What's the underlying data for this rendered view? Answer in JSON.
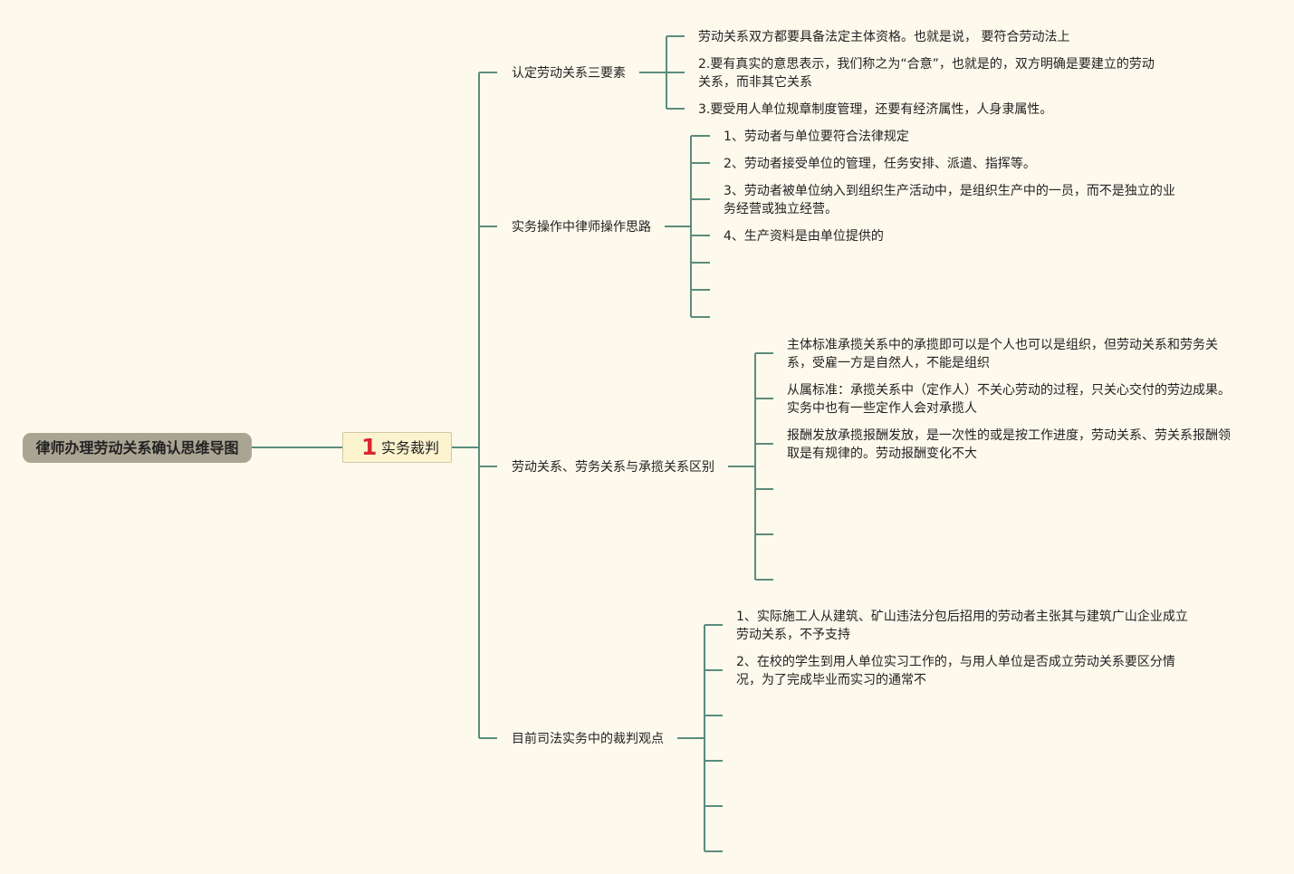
{
  "colors": {
    "background": "#fdf9ec",
    "connector": "#5b8c7e",
    "root_fill": "#aaa493",
    "level1_fill": "#fcf4cf",
    "badge": "#d9262c"
  },
  "root": {
    "label": "律师办理劳动关系确认思维导图"
  },
  "branch": {
    "number": "1",
    "label": "实务裁判"
  },
  "topics": [
    {
      "label": "认定劳动关系三要素",
      "items": [
        [
          "劳动关系双方都要具备法定主体资格。也就是说， 要符合劳动法上"
        ],
        [
          "2.要有真实的意思表示，我们称之为“合意”，也就是的，双方明确是要建立的劳动",
          "关系，而非其它关系"
        ],
        [
          "3.要受用人单位规章制度管理，还要有经济属性，人身隶属性。"
        ]
      ]
    },
    {
      "label": "实务操作中律师操作思路",
      "items": [
        [
          "1、劳动者与单位要符合法律规定"
        ],
        [
          "2、劳动者接受单位的管理，任务安排、派遣、指挥等。"
        ],
        [
          "3、劳动者被单位纳入到组织生产活动中，是组织生产中的一员，而不是独立的业",
          "务经营或独立经营。"
        ],
        [
          "4、生产资料是由单位提供的"
        ]
      ]
    },
    {
      "label": "劳动关系、劳务关系与承揽关系区别",
      "items": [
        [
          "主体标准承揽关系中的承揽即可以是个人也可以是组织，但劳动关系和劳务关",
          "系，受雇一方是自然人，不能是组织"
        ],
        [
          "从属标准：承揽关系中（定作人）不关心劳动的过程，只关心交付的劳边成果。",
          "实务中也有一些定作人会对承揽人"
        ],
        [
          "报酬发放承揽报酬发放，是一次性的或是按工作进度，劳动关系、劳关系报酬领",
          "取是有规律的。劳动报酬变化不大"
        ]
      ]
    },
    {
      "label": "目前司法实务中的裁判观点",
      "items": [
        [
          "1、实际施工人从建筑、矿山违法分包后招用的劳动者主张其与建筑广山企业成立",
          "劳动关系，不予支持"
        ],
        [
          "2、在校的学生到用人单位实习工作的，与用人单位是否成立劳动关系要区分情",
          "况，为了完成毕业而实习的通常不"
        ]
      ]
    }
  ]
}
